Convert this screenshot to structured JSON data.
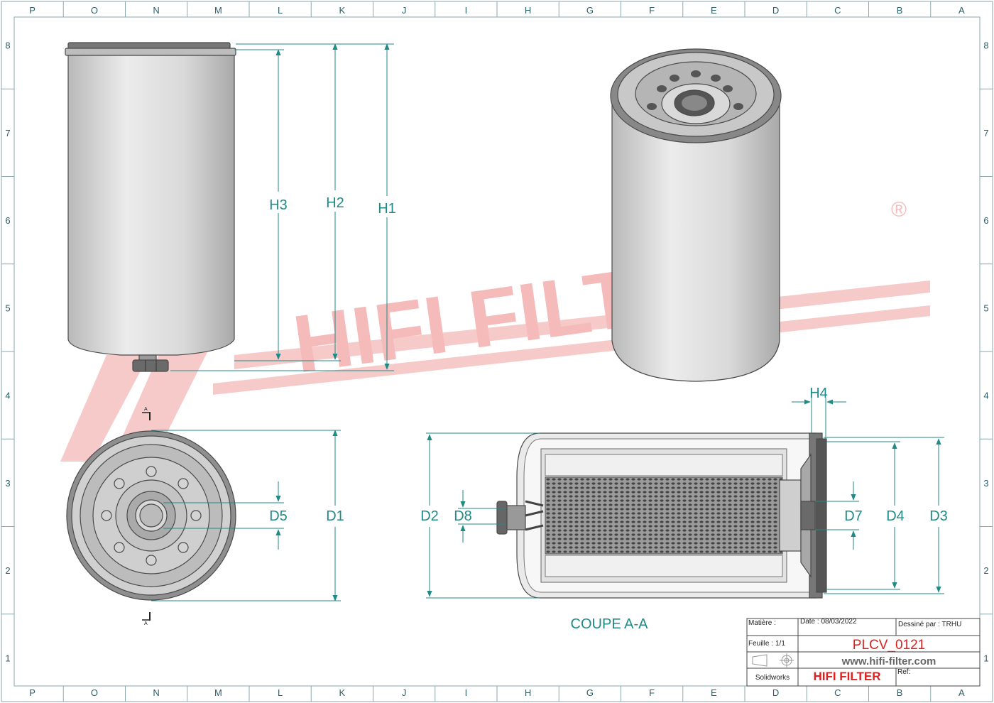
{
  "drawing": {
    "grid_columns": [
      "P",
      "O",
      "N",
      "M",
      "L",
      "K",
      "J",
      "I",
      "H",
      "G",
      "F",
      "E",
      "D",
      "C",
      "B",
      "A"
    ],
    "grid_rows": [
      "8",
      "7",
      "6",
      "5",
      "4",
      "3",
      "2",
      "1"
    ],
    "watermark": "HIFI FILTER",
    "watermark_mark": "®",
    "section_label": "COUPE A-A",
    "section_marker": "A",
    "dimensions": {
      "h1": "H1",
      "h2": "H2",
      "h3": "H3",
      "h4": "H4",
      "d1": "D1",
      "d2": "D2",
      "d3": "D3",
      "d4": "D4",
      "d5": "D5",
      "d7": "D7",
      "d8": "D8"
    }
  },
  "title_block": {
    "matiere_label": "Matière :",
    "date_label": "Date : 08/03/2022",
    "dessine_label": "Dessiné par : TRHU",
    "feuille_label": "Feuille :",
    "feuille_value": "1/1",
    "part_number": "PLCV_0121",
    "website": "www.hifi-filter.com",
    "software": "Solidworks",
    "brand": "HIFI FILTER",
    "ref_label": "Ref:"
  },
  "colors": {
    "dimension": "#1f8a86",
    "part_number": "#e02020",
    "brand": "#e02020",
    "watermark": "#f4b4b4"
  }
}
